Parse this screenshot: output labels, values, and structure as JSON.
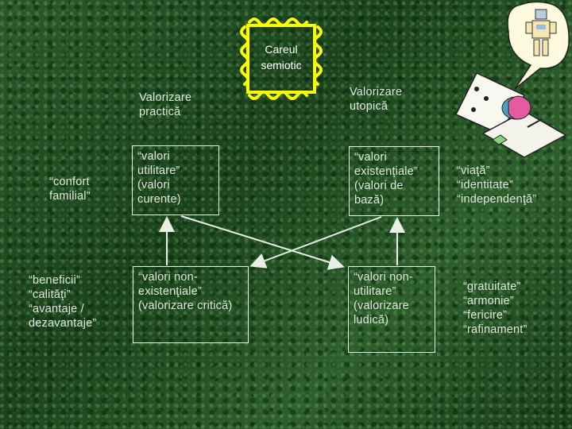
{
  "title": {
    "text": "Careul\nsemiotic",
    "frame_color": "#ffff00"
  },
  "headers": {
    "practical": "Valorizare\npractică",
    "utopic": "Valorizare\nutopică"
  },
  "boxes": {
    "top_left": "“valori\nutilitare”\n(valori\ncurente)",
    "top_right": "“valori\nexistenţiale”\n(valori de\nbază)",
    "bottom_left": "“valori non-\nexistenţiale”\n(valorizare critică)",
    "bottom_right": "“valori non-\nutilitare”\n(valorizare\nludică)"
  },
  "side_labels": {
    "left_top": "“confort\nfamilial”",
    "left_bottom": "“beneficii”\n“calităţi”\n“avantaje /\ndezavantaje”",
    "right_top": "“viaţă”\n“identitate”\n“independenţă”",
    "right_bottom": "“gratuitate”\n“armonie”\n“fericire”\n“rafinament”"
  },
  "colors": {
    "background": "#1f4a20",
    "text": "#dfe8dc",
    "lines": "#e9efe6",
    "accent": "#ffff00"
  },
  "icons": [
    "robot-clipart-icon",
    "thought-bubble-icon",
    "desk-clipart-icon"
  ]
}
